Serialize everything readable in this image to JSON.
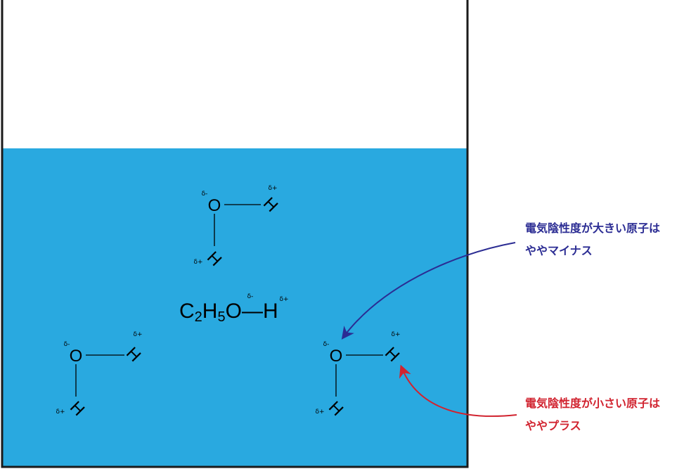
{
  "colors": {
    "water": "#29a9e0",
    "container": "#1a1a1a",
    "annotation_negative": "#2b2c93",
    "annotation_positive": "#d1232f"
  },
  "symbols": {
    "oxygen": "O",
    "hydrogen": "H",
    "delta_minus": "δ-",
    "delta_plus": "δ+"
  },
  "ethanol": {
    "c": "C",
    "c_sub": "2",
    "h": "H",
    "h_sub": "5",
    "o": "O",
    "bond": "—",
    "h_end": "H",
    "charge_o": "δ-",
    "charge_h": "δ+"
  },
  "annotations": {
    "negative": {
      "line1": "電気陰性度が大きい原子は",
      "line2": "ややマイナス"
    },
    "positive": {
      "line1": "電気陰性度が小さい原子は",
      "line2": "ややプラス"
    }
  }
}
